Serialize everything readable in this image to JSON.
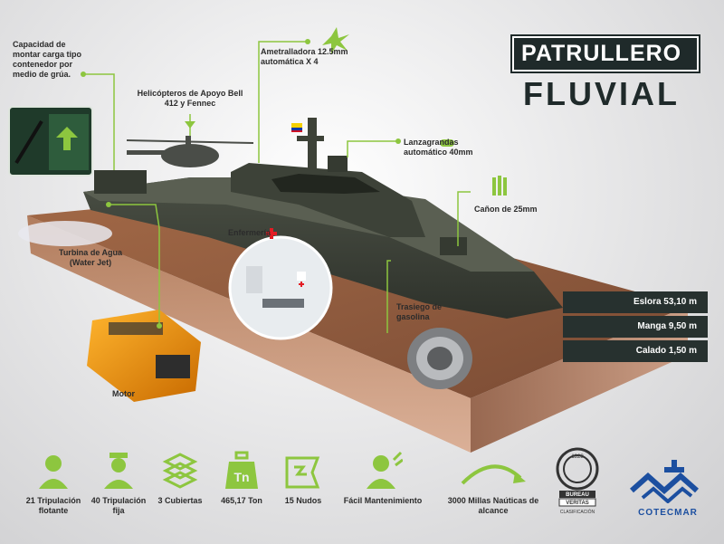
{
  "title": {
    "line1": "PATRULLERO",
    "line2": "FLUVIAL"
  },
  "callouts": {
    "carga": "Capacidad de montar carga tipo contenedor por  medio de grúa.",
    "helicopteros": "Helicópteros de Apoyo Bell 412 y Fennec",
    "ametralladora": "Ametralladora 12.5mm automática X 4",
    "lanzagranadas": "Lanzagrandas automático 40mm",
    "canon": "Cañon de 25mm",
    "enfermeria": "Enfermería",
    "turbina": "Turbina de Agua (Water Jet)",
    "trasiego": "Trasiego de gasolina",
    "motor": "Motor"
  },
  "dimensions": [
    "Eslora 53,10 m",
    "Manga 9,50 m",
    "Calado 1,50 m"
  ],
  "stats": [
    {
      "icon": "crew-icon",
      "label": "21 Tripulación flotante"
    },
    {
      "icon": "crew-fixed-icon",
      "label": "40 Tripulación fija"
    },
    {
      "icon": "decks-icon",
      "label": "3 Cubiertas"
    },
    {
      "icon": "weight-icon",
      "label": "465,17 Ton",
      "glyph": "Tn"
    },
    {
      "icon": "speed-flag-icon",
      "label": "15 Nudos"
    },
    {
      "icon": "maintenance-icon",
      "label": "Fácil Mantenimiento"
    },
    {
      "icon": "range-arrow-icon",
      "label": "3000 Millas Naúticas de alcance"
    }
  ],
  "logos": {
    "bv_lines": [
      "BUREAU",
      "VERITAS",
      "CLASIFICACIÓN"
    ],
    "bv_year": "1828",
    "cotecmar": "COTECMAR"
  },
  "colors": {
    "accent": "#8dc63f",
    "dark": "#27312f",
    "hull": "#3b3f35",
    "water": "#8a4a2a"
  }
}
